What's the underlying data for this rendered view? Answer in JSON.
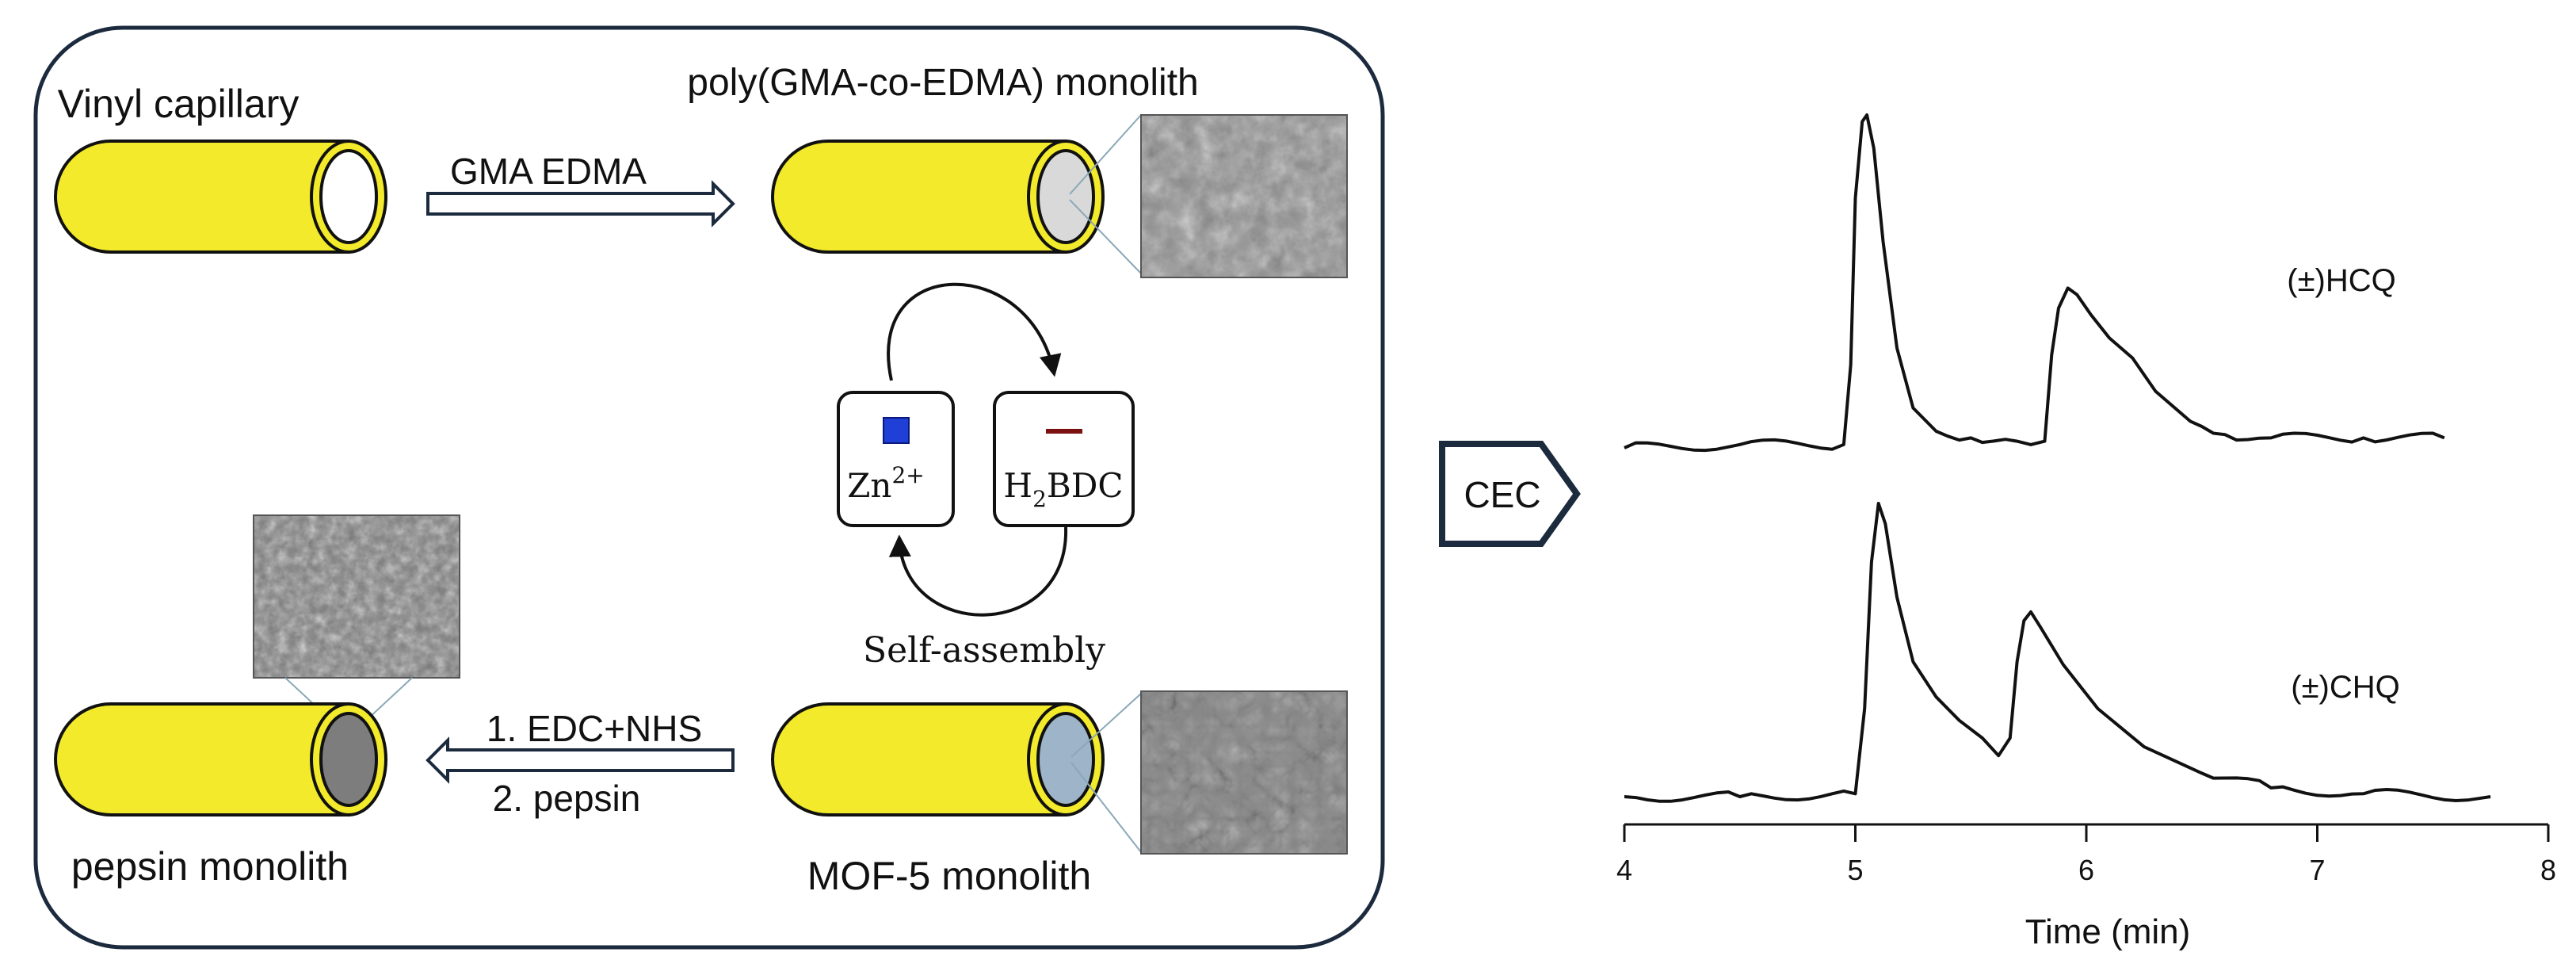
{
  "scheme": {
    "labels": {
      "vinyl_capillary": "Vinyl capillary",
      "poly_monolith": "poly(GMA-co-EDMA) monolith",
      "gma_edma": "GMA EDMA",
      "self_assembly": "Self-assembly",
      "step1": "1. EDC+NHS",
      "step2": "2. pepsin",
      "mof5_monolith": "MOF-5 monolith",
      "pepsin_monolith": "pepsin monolith"
    },
    "zn_box": {
      "base": "Zn",
      "sup": "2+",
      "marker_color": "#1f3fd6",
      "marker": "blue-square"
    },
    "bdc_box": {
      "prefix": "H",
      "sub": "2",
      "suffix": "BDC",
      "marker_color": "#7a1010",
      "marker": "dark-red-dash"
    },
    "capillary": {
      "body_color": "#f2ea2a",
      "end_colors": {
        "vinyl": "#ffffff",
        "poly": "#d9d9d9",
        "mof5": "#9db4c9",
        "pepsin": "#7d7d7d"
      }
    }
  },
  "cec_label": "CEC",
  "chart_data": {
    "type": "line",
    "xlabel": "Time (min)",
    "xlim": [
      4,
      8
    ],
    "xticks": [
      4,
      5,
      6,
      7,
      8
    ],
    "yaxis": "none",
    "series": [
      {
        "name": "(±)HCQ",
        "x": [
          4.0,
          4.5,
          4.95,
          4.98,
          5.0,
          5.03,
          5.05,
          5.08,
          5.12,
          5.18,
          5.25,
          5.35,
          5.5,
          5.7,
          5.82,
          5.85,
          5.88,
          5.92,
          5.96,
          6.02,
          6.1,
          6.2,
          6.3,
          6.45,
          6.6,
          6.8,
          7.2,
          7.55
        ],
        "y": [
          0.0,
          0.01,
          0.01,
          0.25,
          0.75,
          0.98,
          1.0,
          0.9,
          0.62,
          0.3,
          0.12,
          0.05,
          0.03,
          0.02,
          0.02,
          0.28,
          0.42,
          0.48,
          0.46,
          0.4,
          0.33,
          0.27,
          0.17,
          0.08,
          0.04,
          0.03,
          0.03,
          0.03
        ]
      },
      {
        "name": "(±)CHQ",
        "x": [
          4.0,
          4.5,
          5.0,
          5.04,
          5.07,
          5.1,
          5.13,
          5.18,
          5.25,
          5.35,
          5.45,
          5.55,
          5.62,
          5.67,
          5.7,
          5.73,
          5.76,
          5.8,
          5.9,
          6.05,
          6.25,
          6.5,
          6.8,
          7.2,
          7.75
        ],
        "y": [
          0.0,
          0.0,
          0.01,
          0.3,
          0.8,
          1.0,
          0.93,
          0.68,
          0.46,
          0.34,
          0.26,
          0.2,
          0.14,
          0.2,
          0.46,
          0.6,
          0.63,
          0.58,
          0.45,
          0.3,
          0.17,
          0.08,
          0.03,
          0.01,
          0.0
        ]
      }
    ],
    "grid": false,
    "legend": "none"
  }
}
